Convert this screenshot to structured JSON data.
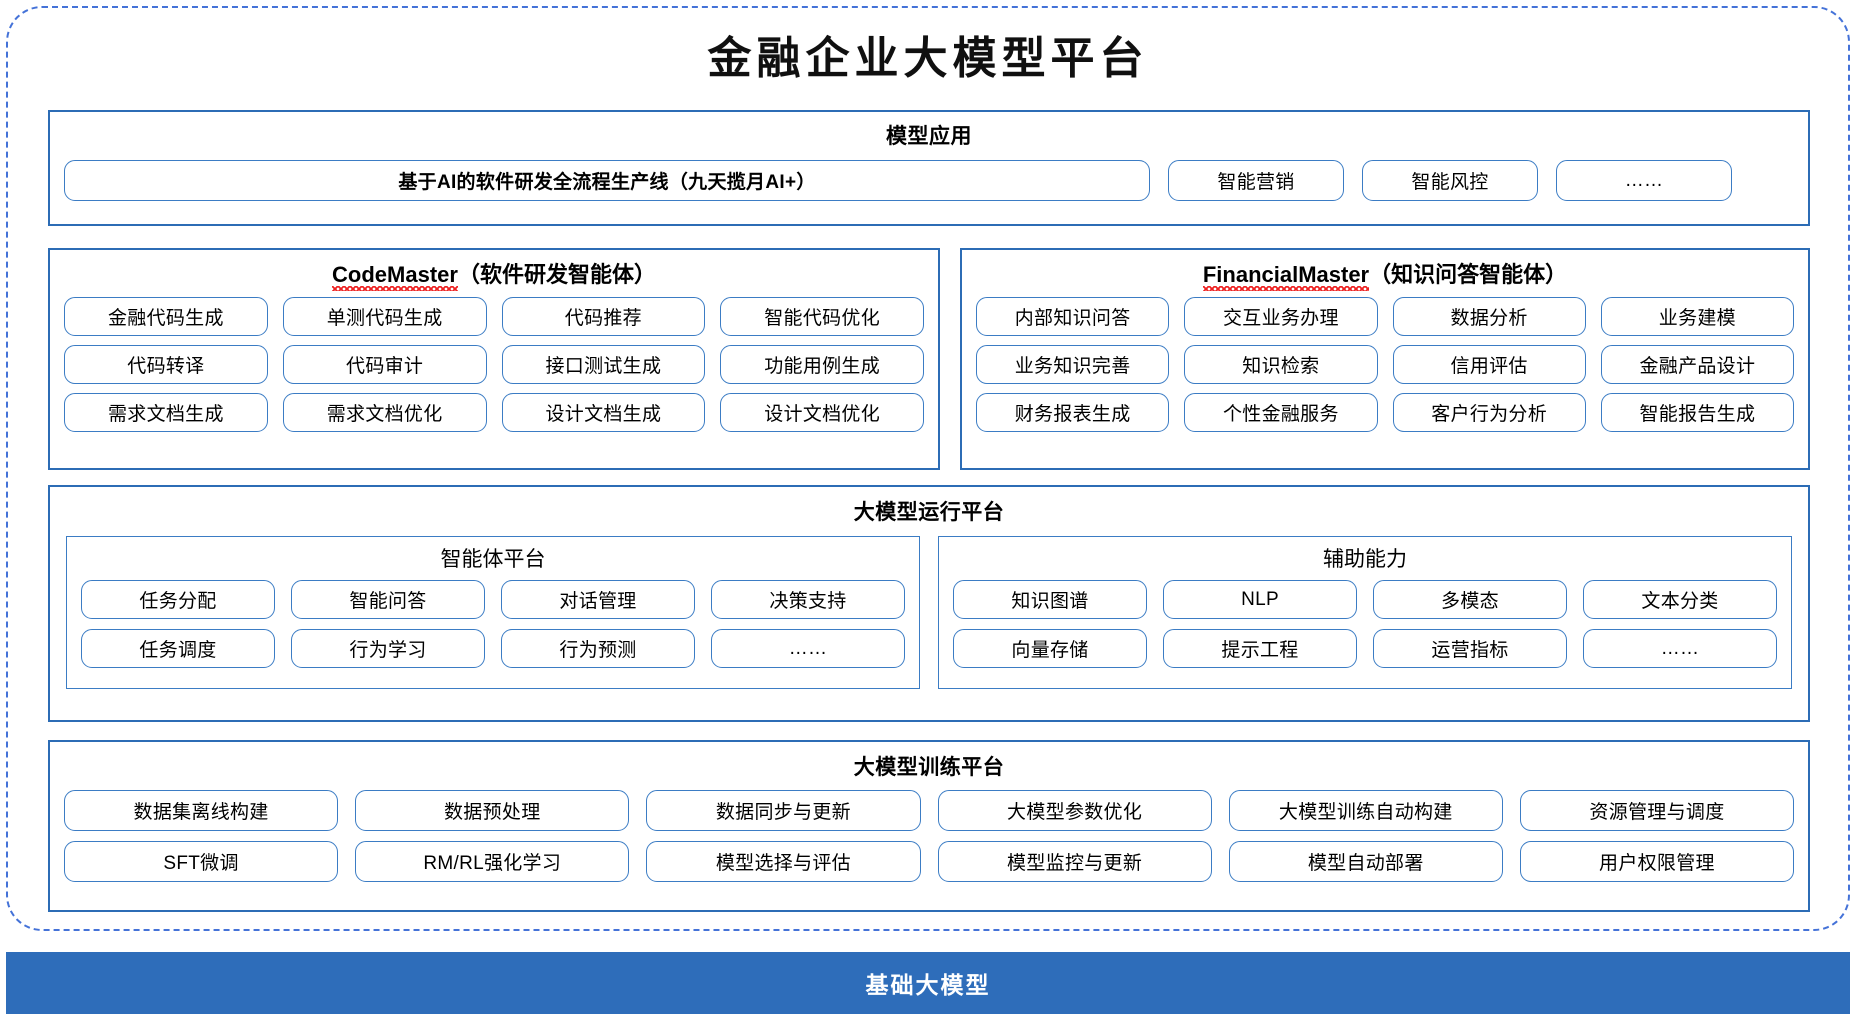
{
  "title": "金融企业大模型平台",
  "colors": {
    "panel_border": "#2c6cb5",
    "pill_border": "#3b7cc4",
    "dashed_frame": "#4472d8",
    "base_bar_bg": "#2e6dba",
    "spellcheck_underline": "#ee2222"
  },
  "model_application": {
    "title": "模型应用",
    "main_item": "基于AI的软件研发全流程生产线（九天揽月AI+）",
    "items": [
      "智能营销",
      "智能风控",
      "……"
    ]
  },
  "code_master": {
    "name": "CodeMaster",
    "suffix": "（软件研发智能体）",
    "rows": [
      [
        "金融代码生成",
        "单测代码生成",
        "代码推荐",
        "智能代码优化"
      ],
      [
        "代码转译",
        "代码审计",
        "接口测试生成",
        "功能用例生成"
      ],
      [
        "需求文档生成",
        "需求文档优化",
        "设计文档生成",
        "设计文档优化"
      ]
    ]
  },
  "financial_master": {
    "name": "FinancialMaster",
    "suffix": "（知识问答智能体）",
    "rows": [
      [
        "内部知识问答",
        "交互业务办理",
        "数据分析",
        "业务建模"
      ],
      [
        "业务知识完善",
        "知识检索",
        "信用评估",
        "金融产品设计"
      ],
      [
        "财务报表生成",
        "个性金融服务",
        "客户行为分析",
        "智能报告生成"
      ]
    ]
  },
  "run_platform": {
    "title": "大模型运行平台",
    "agent_platform": {
      "title": "智能体平台",
      "rows": [
        [
          "任务分配",
          "智能问答",
          "对话管理",
          "决策支持"
        ],
        [
          "任务调度",
          "行为学习",
          "行为预测",
          "……"
        ]
      ]
    },
    "support_ability": {
      "title": "辅助能力",
      "rows": [
        [
          "知识图谱",
          "NLP",
          "多模态",
          "文本分类"
        ],
        [
          "向量存储",
          "提示工程",
          "运营指标",
          "……"
        ]
      ]
    }
  },
  "train_platform": {
    "title": "大模型训练平台",
    "rows": [
      [
        "数据集离线构建",
        "数据预处理",
        "数据同步与更新",
        "大模型参数优化",
        "大模型训练自动构建",
        "资源管理与调度"
      ],
      [
        "SFT微调",
        "RM/RL强化学习",
        "模型选择与评估",
        "模型监控与更新",
        "模型自动部署",
        "用户权限管理"
      ]
    ]
  },
  "base_model": {
    "label": "基础大模型"
  }
}
